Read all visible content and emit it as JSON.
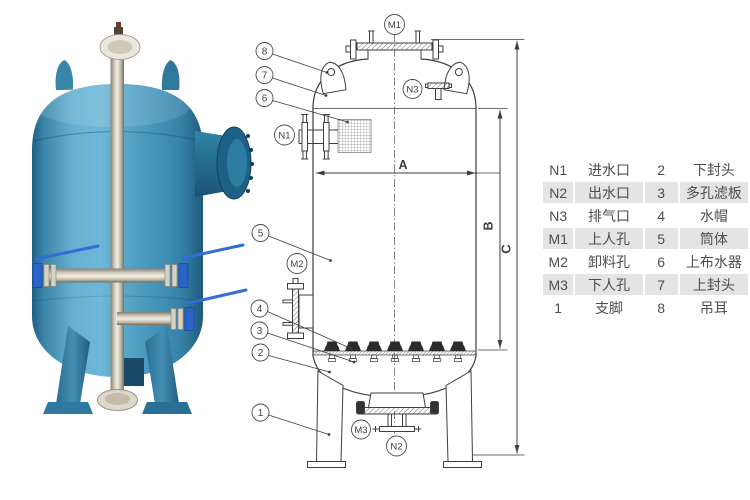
{
  "legend": {
    "rows": [
      {
        "code": "N1",
        "label": "进水口",
        "num": "2",
        "part": "下封头"
      },
      {
        "code": "N2",
        "label": "出水口",
        "num": "3",
        "part": "多孔滤板"
      },
      {
        "code": "N3",
        "label": "排气口",
        "num": "4",
        "part": "水帽"
      },
      {
        "code": "M1",
        "label": "上人孔",
        "num": "5",
        "part": "筒体"
      },
      {
        "code": "M2",
        "label": "卸料孔",
        "num": "6",
        "part": "上布水器"
      },
      {
        "code": "M3",
        "label": "下人孔",
        "num": "7",
        "part": "上封头"
      },
      {
        "code": "1",
        "label": "支脚",
        "num": "8",
        "part": "吊耳"
      }
    ]
  },
  "drawing": {
    "callouts": {
      "c1": "1",
      "c2": "2",
      "c3": "3",
      "c4": "4",
      "c5": "5",
      "c6": "6",
      "c7": "7",
      "c8": "8"
    },
    "nozzles": {
      "n1": "N1",
      "n2": "N2",
      "n3": "N3",
      "m1": "M1",
      "m2": "M2",
      "m3": "M3"
    },
    "dimensions": {
      "a": "A",
      "b": "B",
      "c": "C"
    }
  },
  "colors": {
    "tank_blue": "#4a9cc0",
    "valve_blue": "#2d66cc",
    "drawing_line": "#3e3e3e",
    "table_text": "#4d4d4d",
    "table_alt_row": "#e4e4e4"
  }
}
